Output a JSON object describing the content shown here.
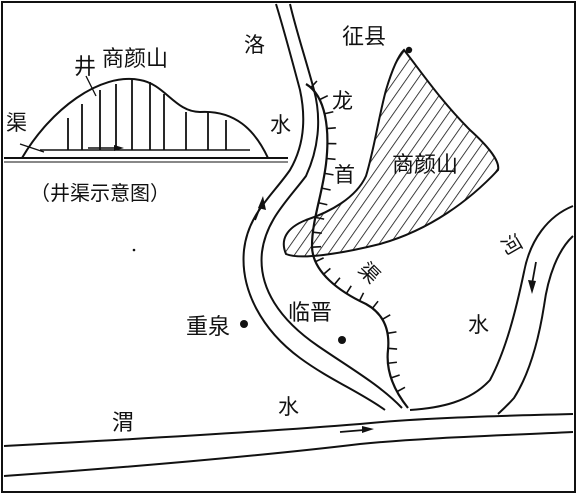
{
  "labels": {
    "luo": "洛",
    "shui_luo": "水",
    "zheng_xian": "征县",
    "jing": "井",
    "shangyan_shan_inset": "商颜山",
    "qu_inset": "渠",
    "inset_caption": "（井渠示意图）",
    "long": "龙",
    "shou": "首",
    "shangyan_shan_main": "商颜山",
    "qu_main": "渠",
    "he": "河",
    "shui_he": "水",
    "chong_quan": "重泉",
    "lin_jin": "临晋",
    "wei": "渭",
    "shui_wei": "水"
  },
  "colors": {
    "ink": "#111111",
    "paper": "#ffffff"
  }
}
